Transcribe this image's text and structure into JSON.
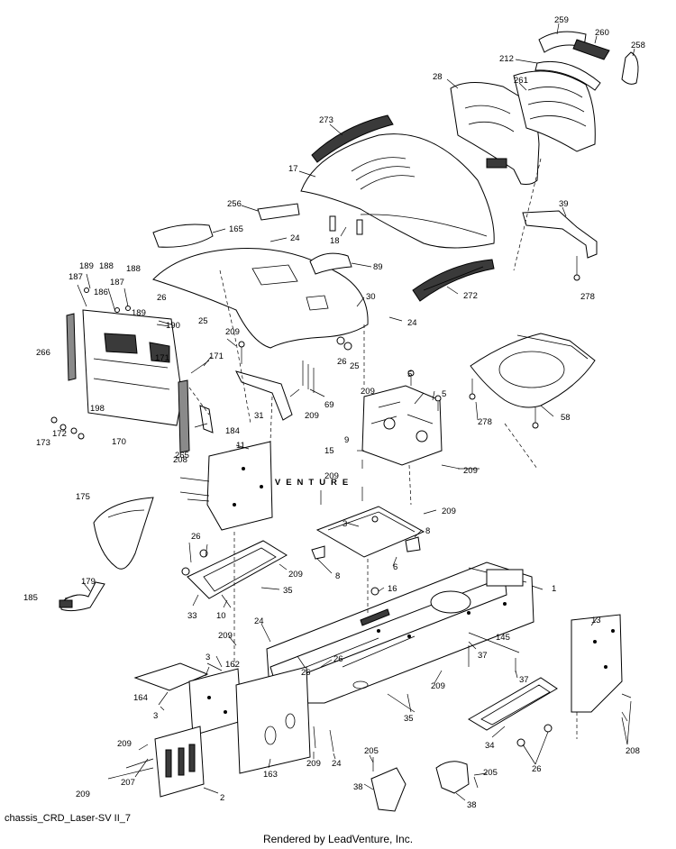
{
  "diagram_code": "chassis_CRD_Laser-SV II_7",
  "footer_text": "Rendered by LeadVenture, Inc.",
  "watermark_text": "LEADVENTURE",
  "callouts": [
    {
      "id": "c259",
      "text": "259"
    },
    {
      "id": "c260",
      "text": "260"
    },
    {
      "id": "c258",
      "text": "258"
    },
    {
      "id": "c212",
      "text": "212"
    },
    {
      "id": "c28",
      "text": "28"
    },
    {
      "id": "c261",
      "text": "261"
    },
    {
      "id": "c273",
      "text": "273"
    },
    {
      "id": "c17",
      "text": "17"
    },
    {
      "id": "c39",
      "text": "39"
    },
    {
      "id": "c256",
      "text": "256"
    },
    {
      "id": "c165",
      "text": "165"
    },
    {
      "id": "c24a",
      "text": "24"
    },
    {
      "id": "c18",
      "text": "18"
    },
    {
      "id": "c89",
      "text": "89"
    },
    {
      "id": "c278a",
      "text": "278"
    },
    {
      "id": "c189a",
      "text": "189"
    },
    {
      "id": "c188a",
      "text": "188"
    },
    {
      "id": "c188b",
      "text": "188"
    },
    {
      "id": "c187a",
      "text": "187"
    },
    {
      "id": "c187b",
      "text": "187"
    },
    {
      "id": "c186",
      "text": "186"
    },
    {
      "id": "c189b",
      "text": "189"
    },
    {
      "id": "c26a",
      "text": "26"
    },
    {
      "id": "c25a",
      "text": "25"
    },
    {
      "id": "c272",
      "text": "272"
    },
    {
      "id": "c30",
      "text": "30"
    },
    {
      "id": "c24b",
      "text": "24"
    },
    {
      "id": "c190",
      "text": "190"
    },
    {
      "id": "c266",
      "text": "266"
    },
    {
      "id": "c171a",
      "text": "171"
    },
    {
      "id": "c171b",
      "text": "171"
    },
    {
      "id": "c209a",
      "text": "209"
    },
    {
      "id": "c26b",
      "text": "26"
    },
    {
      "id": "c25b",
      "text": "25"
    },
    {
      "id": "c5a",
      "text": "5"
    },
    {
      "id": "c5b",
      "text": "5"
    },
    {
      "id": "c209b",
      "text": "209"
    },
    {
      "id": "c69",
      "text": "69"
    },
    {
      "id": "c198",
      "text": "198"
    },
    {
      "id": "c172",
      "text": "172"
    },
    {
      "id": "c173",
      "text": "173"
    },
    {
      "id": "c170",
      "text": "170"
    },
    {
      "id": "c31",
      "text": "31"
    },
    {
      "id": "c209c",
      "text": "209"
    },
    {
      "id": "c184",
      "text": "184"
    },
    {
      "id": "c9",
      "text": "9"
    },
    {
      "id": "c278b",
      "text": "278"
    },
    {
      "id": "c58",
      "text": "58"
    },
    {
      "id": "c265",
      "text": "265"
    },
    {
      "id": "c11",
      "text": "11"
    },
    {
      "id": "c15",
      "text": "15"
    },
    {
      "id": "c209d",
      "text": "209"
    },
    {
      "id": "c208a",
      "text": "208"
    },
    {
      "id": "c209e",
      "text": "209"
    },
    {
      "id": "c175",
      "text": "175"
    },
    {
      "id": "c209f",
      "text": "209"
    },
    {
      "id": "c3a",
      "text": "3"
    },
    {
      "id": "c8a",
      "text": "8"
    },
    {
      "id": "c26c",
      "text": "26"
    },
    {
      "id": "c209g",
      "text": "209"
    },
    {
      "id": "c8b",
      "text": "8"
    },
    {
      "id": "c6",
      "text": "6"
    },
    {
      "id": "c35a",
      "text": "35"
    },
    {
      "id": "c179",
      "text": "179"
    },
    {
      "id": "c16",
      "text": "16"
    },
    {
      "id": "c1",
      "text": "1"
    },
    {
      "id": "c185",
      "text": "185"
    },
    {
      "id": "c33",
      "text": "33"
    },
    {
      "id": "c10",
      "text": "10"
    },
    {
      "id": "c13",
      "text": "13"
    },
    {
      "id": "c24c",
      "text": "24"
    },
    {
      "id": "c209h",
      "text": "209"
    },
    {
      "id": "c145",
      "text": "145"
    },
    {
      "id": "c37a",
      "text": "37"
    },
    {
      "id": "c3b",
      "text": "3"
    },
    {
      "id": "c162",
      "text": "162"
    },
    {
      "id": "c26d",
      "text": "26"
    },
    {
      "id": "c26e",
      "text": "26"
    },
    {
      "id": "c37b",
      "text": "37"
    },
    {
      "id": "c164",
      "text": "164"
    },
    {
      "id": "c209i",
      "text": "209"
    },
    {
      "id": "c3c",
      "text": "3"
    },
    {
      "id": "c35b",
      "text": "35"
    },
    {
      "id": "c34",
      "text": "34"
    },
    {
      "id": "c209j",
      "text": "209"
    },
    {
      "id": "c208b",
      "text": "208"
    },
    {
      "id": "c26f",
      "text": "26"
    },
    {
      "id": "c207",
      "text": "207"
    },
    {
      "id": "c209k",
      "text": "209"
    },
    {
      "id": "c24d",
      "text": "24"
    },
    {
      "id": "c163",
      "text": "163"
    },
    {
      "id": "c205a",
      "text": "205"
    },
    {
      "id": "c205b",
      "text": "205"
    },
    {
      "id": "c209l",
      "text": "209"
    },
    {
      "id": "c2",
      "text": "2"
    },
    {
      "id": "c38a",
      "text": "38"
    },
    {
      "id": "c38b",
      "text": "38"
    }
  ]
}
